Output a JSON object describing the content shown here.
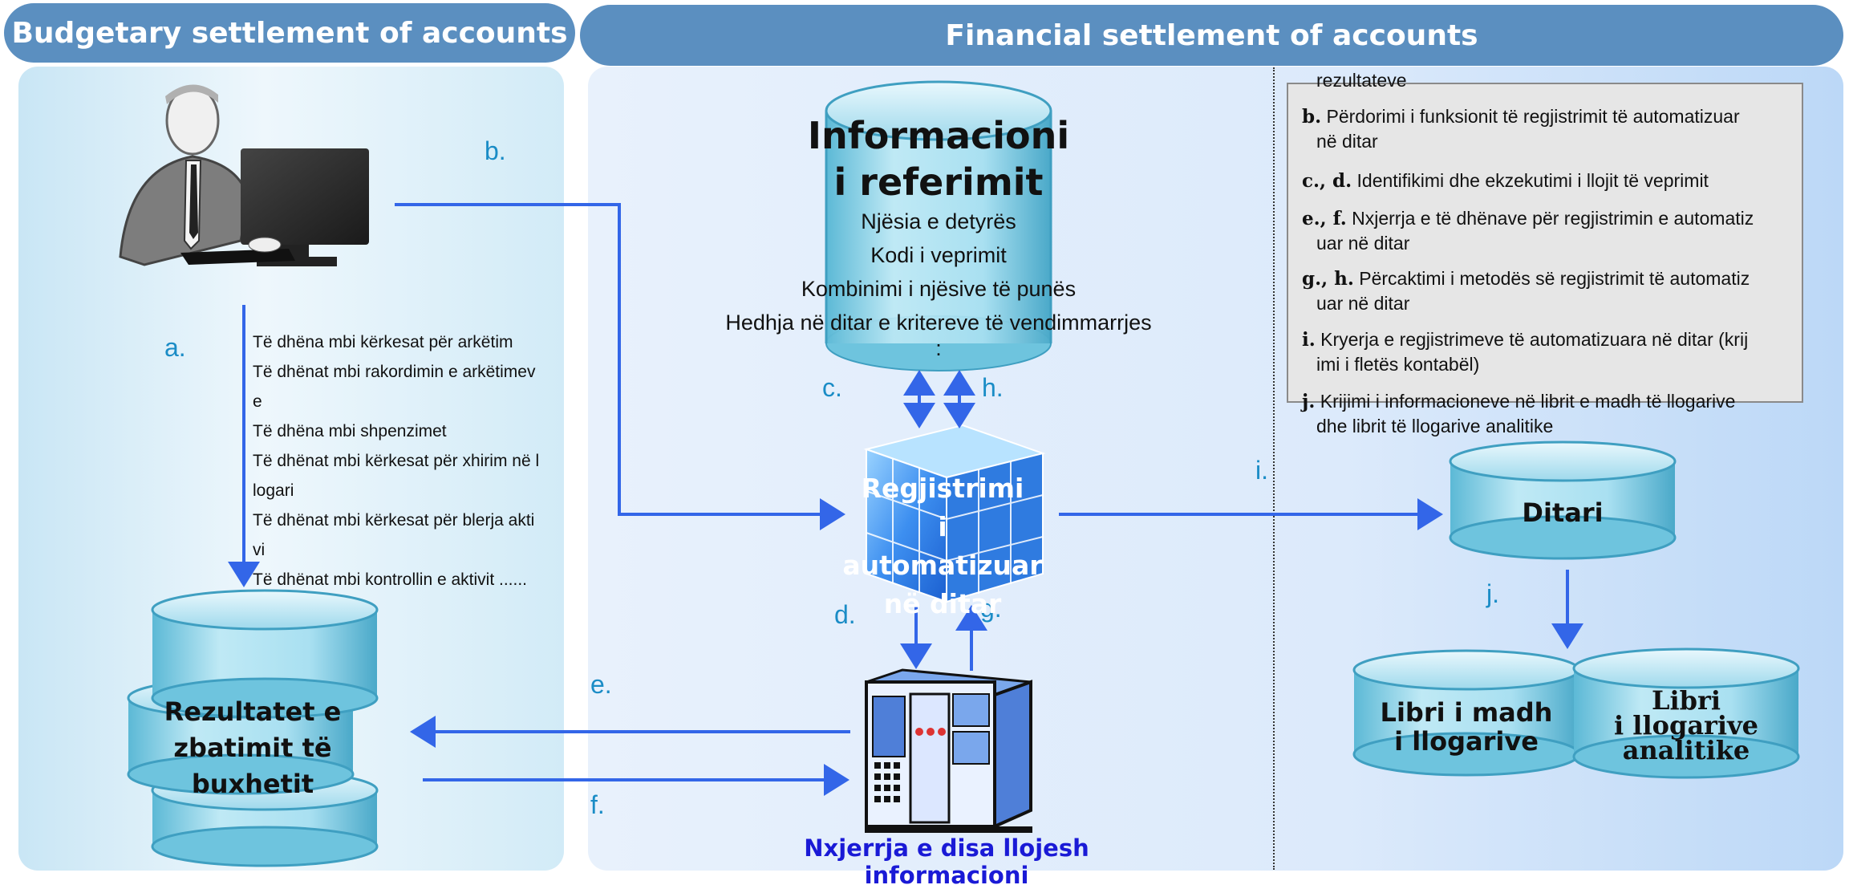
{
  "banners": {
    "left": "Budgetary settlement of accounts",
    "right": "Financial settlement of accounts"
  },
  "labels": {
    "a": "a.",
    "b": "b.",
    "c": "c.",
    "d": "d.",
    "e": "e.",
    "f": "f.",
    "g": "g.",
    "h": "h.",
    "i": "i.",
    "j": "j."
  },
  "data_list": [
    "Të dhëna mbi kërkesat për arkëtim",
    "Të dhënat mbi rakordimin e arkëtimev",
    "e",
    "Të dhëna mbi shpenzimet",
    "Të dhënat mbi kërkesat për xhirim në l",
    "logari",
    "Të dhënat mbi kërkesat për blerja akti",
    "vi",
    "Të dhënat mbi kontrollin e aktivit ......"
  ],
  "reference": {
    "title_line1": "Informacioni",
    "title_line2": "i referimit",
    "items": [
      "Njësia e detyrës",
      "Kodi i veprimit",
      "Kombinimi i njësive të punës",
      "Hedhja në ditar e kritereve të vendimmarrjes",
      ":"
    ]
  },
  "cube": {
    "line1": "Regjistrimi",
    "line2": "i automatizuar",
    "line3": "në ditar"
  },
  "server_caption": "Nxjerrja e disa llojesh informacioni",
  "results": {
    "line1": "Rezultatet e",
    "line2": "zbatimit të",
    "line3": "buxhetit"
  },
  "ditari": "Ditari",
  "ledger_general": {
    "line1": "Libri i madh",
    "line2": "i llogarive"
  },
  "ledger_analytic": {
    "line1": "Libri",
    "line2": "i llogarive",
    "line3": "analitike"
  },
  "legend": {
    "top_cut": "rezultateve",
    "items": [
      {
        "key": "b.",
        "text1": "Përdorimi i funksionit të regjistrimit të automatizuar",
        "text2": "në ditar"
      },
      {
        "key": "c., d.",
        "text1": "Identifikimi dhe ekzekutimi i llojit të veprimit",
        "text2": ""
      },
      {
        "key": "e., f.",
        "text1": "Nxjerrja e të dhënave për regjistrimin e automatiz",
        "text2": "uar në ditar"
      },
      {
        "key": "g., h.",
        "text1": "Përcaktimi i metodës së regjistrimit të automatiz",
        "text2": "uar në ditar"
      },
      {
        "key": "i.",
        "text1": "Kryerja e regjistrimeve të automatizuara në ditar (krij",
        "text2": "imi i fletës kontabël)"
      },
      {
        "key": "j.",
        "text1": "Krijimi i informacioneve në librit e madh të llogarive",
        "text2": "dhe librit të llogarive analitike"
      }
    ]
  },
  "colors": {
    "banner": "#5b8fc0",
    "arrow": "#3366e8",
    "label": "#1a8cc6",
    "caption": "#1a1ad6",
    "cylinder": "#8fd4e8"
  }
}
